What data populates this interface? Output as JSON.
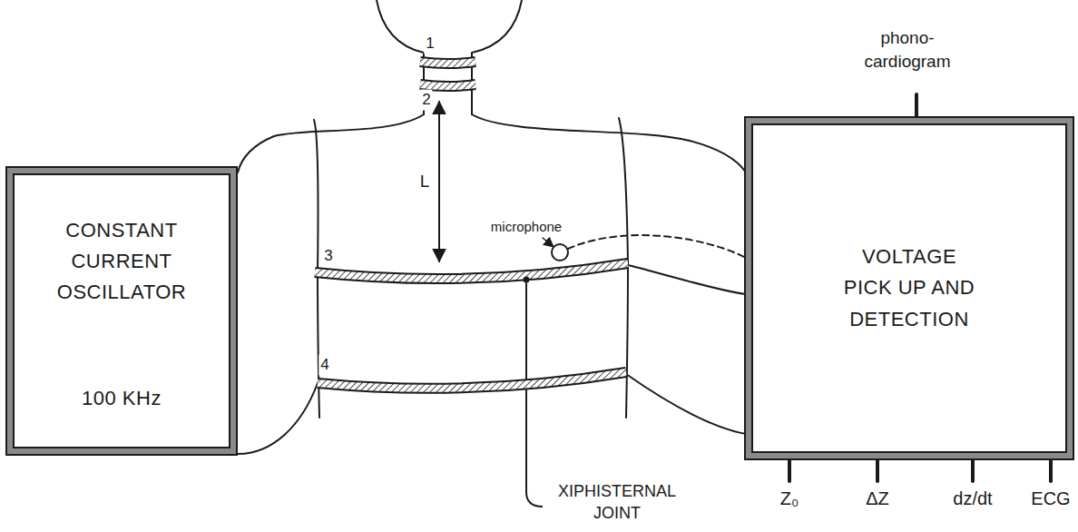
{
  "diagram": {
    "nodes": [
      {
        "text": [
          "CONSTANT CURRENT OSCILLATOR",
          "100 KHz"
        ]
      },
      {
        "text": [
          "VOLTAGE PICK UP AND DETECTION"
        ]
      }
    ],
    "labels": [
      "1",
      "2",
      "L",
      "3",
      "4",
      "microphone",
      "phono- cardiogram",
      "XIPHISTERNAL JOINT",
      "Z₀",
      "ΔZ",
      "dz/dt",
      "ECG"
    ]
  }
}
